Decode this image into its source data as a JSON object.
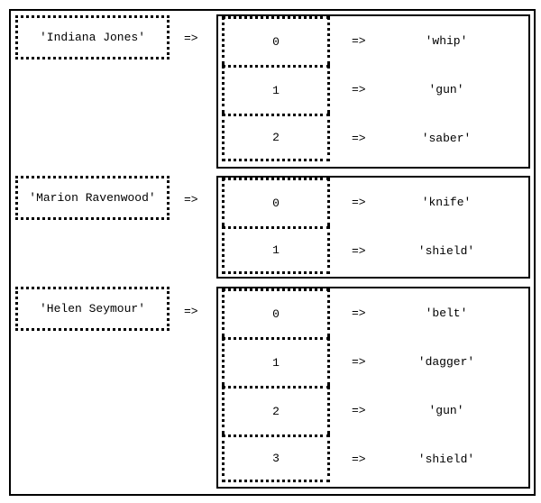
{
  "entries": [
    {
      "key": "'Indiana Jones'",
      "arrow": "=>",
      "items": [
        {
          "index": "0",
          "arrow": "=>",
          "value": "'whip'"
        },
        {
          "index": "1",
          "arrow": "=>",
          "value": "'gun'"
        },
        {
          "index": "2",
          "arrow": "=>",
          "value": "'saber'"
        }
      ]
    },
    {
      "key": "'Marion Ravenwood'",
      "arrow": "=>",
      "items": [
        {
          "index": "0",
          "arrow": "=>",
          "value": "'knife'"
        },
        {
          "index": "1",
          "arrow": "=>",
          "value": "'shield'"
        }
      ]
    },
    {
      "key": "'Helen Seymour'",
      "arrow": "=>",
      "items": [
        {
          "index": "0",
          "arrow": "=>",
          "value": "'belt'"
        },
        {
          "index": "1",
          "arrow": "=>",
          "value": "'dagger'"
        },
        {
          "index": "2",
          "arrow": "=>",
          "value": "'gun'"
        },
        {
          "index": "3",
          "arrow": "=>",
          "value": "'shield'"
        }
      ]
    }
  ]
}
